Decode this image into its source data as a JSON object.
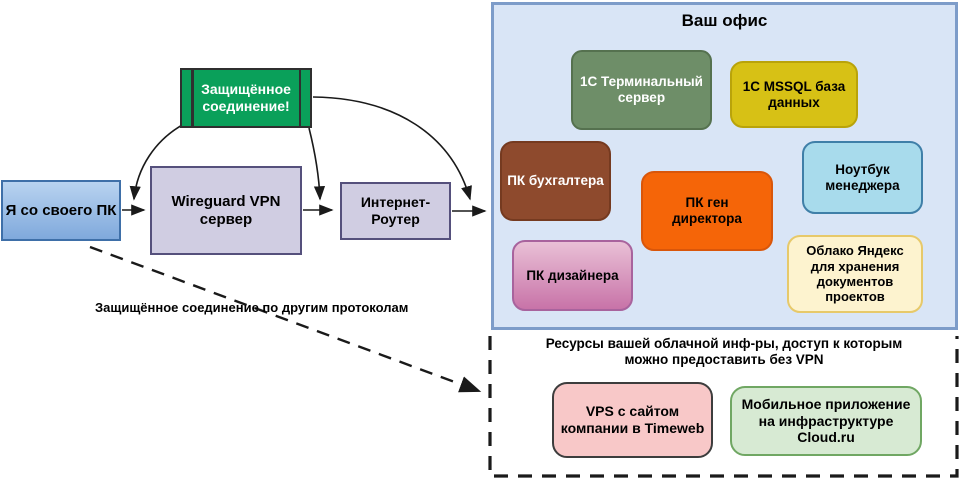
{
  "flow": {
    "my_pc": "Я со своего ПК",
    "vpn_server": "Wireguard VPN сервер",
    "router": "Интернет-Роутер",
    "secure_connection": "Защищённое соединение!",
    "other_protocols_note": "Защищённое соединение по другим протоколам"
  },
  "office": {
    "title": "Ваш офис",
    "terminal_server": "1С Терминальный сервер",
    "mssql_db": "1С MSSQL база данных",
    "accountant_pc": "ПК бухгалтера",
    "ceo_pc": "ПК ген директора",
    "manager_laptop": "Ноутбук менеджера",
    "designer_pc": "ПК дизайнера",
    "yandex_cloud": "Облако Яндекс для хранения документов проектов"
  },
  "cloud_zone": {
    "title": "Ресурсы вашей облачной инф-ры, доступ к которым можно предоставить без VPN",
    "vps": "VPS с сайтом компании в Timeweb",
    "mobile_app": "Мобильное приложение на инфраструктуре Cloud.ru"
  },
  "colors": {
    "pc_fill_top": "#b9d3f0",
    "pc_fill_bottom": "#80a9dc",
    "pc_border": "#3e6fa8",
    "lavender_fill": "#d0cde2",
    "lavender_border": "#55507c",
    "secure_fill": "#0aa05a",
    "secure_border": "#2f2f2f",
    "office_fill": "#d9e5f6",
    "office_border": "#7d9cc9",
    "term_fill": "#6e8e68",
    "term_border": "#55714f",
    "mssql_fill": "#d7c115",
    "mssql_border": "#b9a30a",
    "accountant_fill": "#8e4a2d",
    "accountant_border": "#753a20",
    "ceo_fill": "#f56508",
    "ceo_border": "#d9560a",
    "laptop_fill": "#a8dbec",
    "laptop_border": "#3f7fa8",
    "designer_top": "#e9c0d6",
    "designer_bottom": "#c873a8",
    "designer_border": "#a8639d",
    "yandex_fill": "#fdf3cf",
    "yandex_border": "#e7c96a",
    "vps_fill": "#f8c8c8",
    "vps_border": "#3d3d3d",
    "mobile_fill": "#d7ead3",
    "mobile_border": "#70a763",
    "arrow": "#1a1a1a"
  }
}
